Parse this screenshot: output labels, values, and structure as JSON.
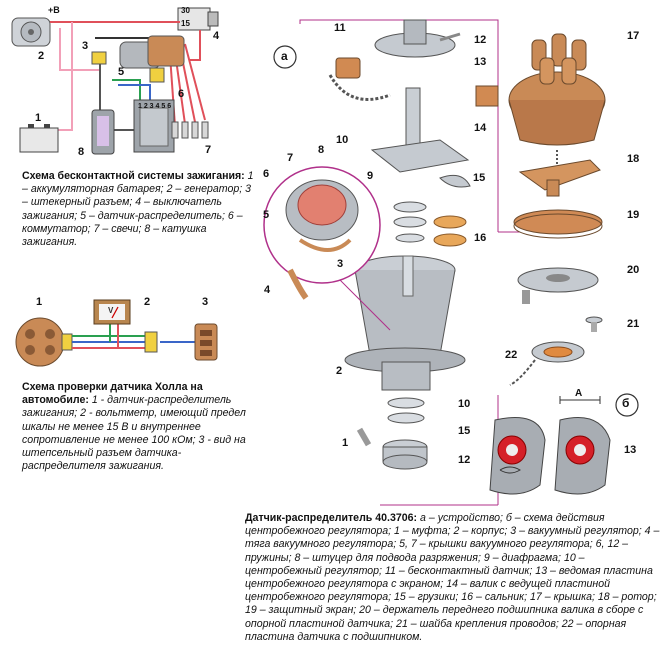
{
  "scheme1": {
    "title": "Схема бесконтактной системы зажигания:",
    "body": "1 – аккумуляторная батарея; 2 – генератор; 3 – штекерный разъем; 4 – выключатель зажигания; 5 – датчик-распределитель; 6 – коммутатор; 7 – свечи; 8 – катушка зажигания.",
    "labels": [
      "1",
      "2",
      "3",
      "4",
      "5",
      "6",
      "7",
      "8"
    ],
    "switch_label": "30",
    "switch_label2": "15",
    "plus_label": "+B",
    "commutator_pins": "1 2 3 4 5 6"
  },
  "scheme2": {
    "title": "Схема проверки датчика Холла на автомобиле:",
    "body": "1 - датчик-распределитель зажигания; 2 - вольтметр, имеющий предел шкалы не менее 15 В и внутреннее сопротивление не менее 100 кОм; 3 - вид на штепсельный разъем датчика-распределителя зажигания.",
    "labels": [
      "1",
      "2",
      "3"
    ],
    "meter_label": "V"
  },
  "main": {
    "view_a": "а",
    "view_b": "б",
    "part_labels": [
      "1",
      "2",
      "3",
      "4",
      "5",
      "6",
      "7",
      "8",
      "9",
      "10",
      "11",
      "12",
      "13",
      "14",
      "15",
      "16",
      "17",
      "18",
      "19",
      "20",
      "21",
      "22"
    ],
    "inset_labels": [
      "4",
      "5",
      "6",
      "7",
      "8",
      "9",
      "3"
    ],
    "b_labels": [
      "10",
      "15",
      "12",
      "13"
    ],
    "b_angle": "A"
  },
  "caption": {
    "title": "Датчик-распределитель 40.3706:",
    "body": "а – устройство; б – схема действия центробежного регулятора; 1 – муфта; 2 – корпус; 3 – вакуумный регулятор; 4 – тяга вакуумного регулятора; 5, 7 – крышки вакуумного регулятора; 6, 12 – пружины; 8 – штуцер для подвода разряжения; 9 – диафрагма; 10 – центробежный регулятор; 11 – бесконтактный датчик; 13 – ведомая пластина центробежного регулятора с экраном; 14 – валик с ведущей пластиной центробежного регулятора; 15 – грузики; 16 – сальник; 17 – крышка; 18 – ротор; 19 – защитный экран; 20 – держатель переднего подшипника валика в сборе с опорной пластиной датчика; 21 – шайба крепления проводов; 22 – опорная пластина датчика с подшипником."
  },
  "colors": {
    "wire_red": "#e0505a",
    "wire_pink": "#f2a0b8",
    "wire_green": "#2aa050",
    "wire_blue": "#3a66c8",
    "copper": "#c9804f",
    "bronze": "#d9944e",
    "grey": "#9aa0a6",
    "inset_frame": "#b0308a"
  }
}
